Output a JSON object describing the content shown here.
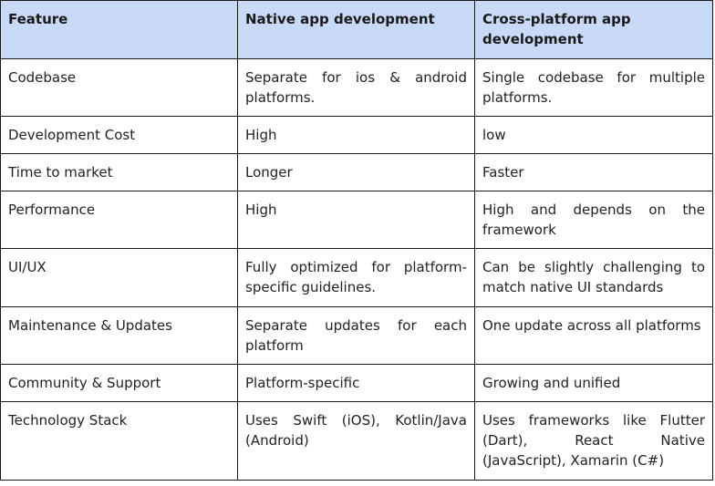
{
  "table": {
    "headers": [
      "Feature",
      "Native app development",
      "Cross-platform app development"
    ],
    "rows": [
      [
        "Codebase",
        "Separate for ios & android platforms.",
        "Single codebase for multiple platforms."
      ],
      [
        "Development Cost",
        "High",
        "low"
      ],
      [
        "Time to market",
        "Longer",
        "Faster"
      ],
      [
        "Performance",
        "High",
        "High and depends on the framework"
      ],
      [
        "UI/UX",
        "Fully optimized for platform-specific guidelines.",
        "Can be slightly challenging to match native UI standards"
      ],
      [
        "Maintenance & Updates",
        "Separate updates for each platform",
        "One update across all platforms"
      ],
      [
        "Community & Support",
        "Platform-specific",
        "Growing and unified"
      ],
      [
        "Technology Stack",
        "Uses Swift (iOS), Kotlin/Java (Android)",
        "Uses frameworks like Flutter (Dart), React Native (JavaScript), Xamarin (C#)"
      ]
    ]
  },
  "colors": {
    "header_bg": "#c9daf8",
    "border": "#1a1a1a",
    "text": "#222222"
  }
}
